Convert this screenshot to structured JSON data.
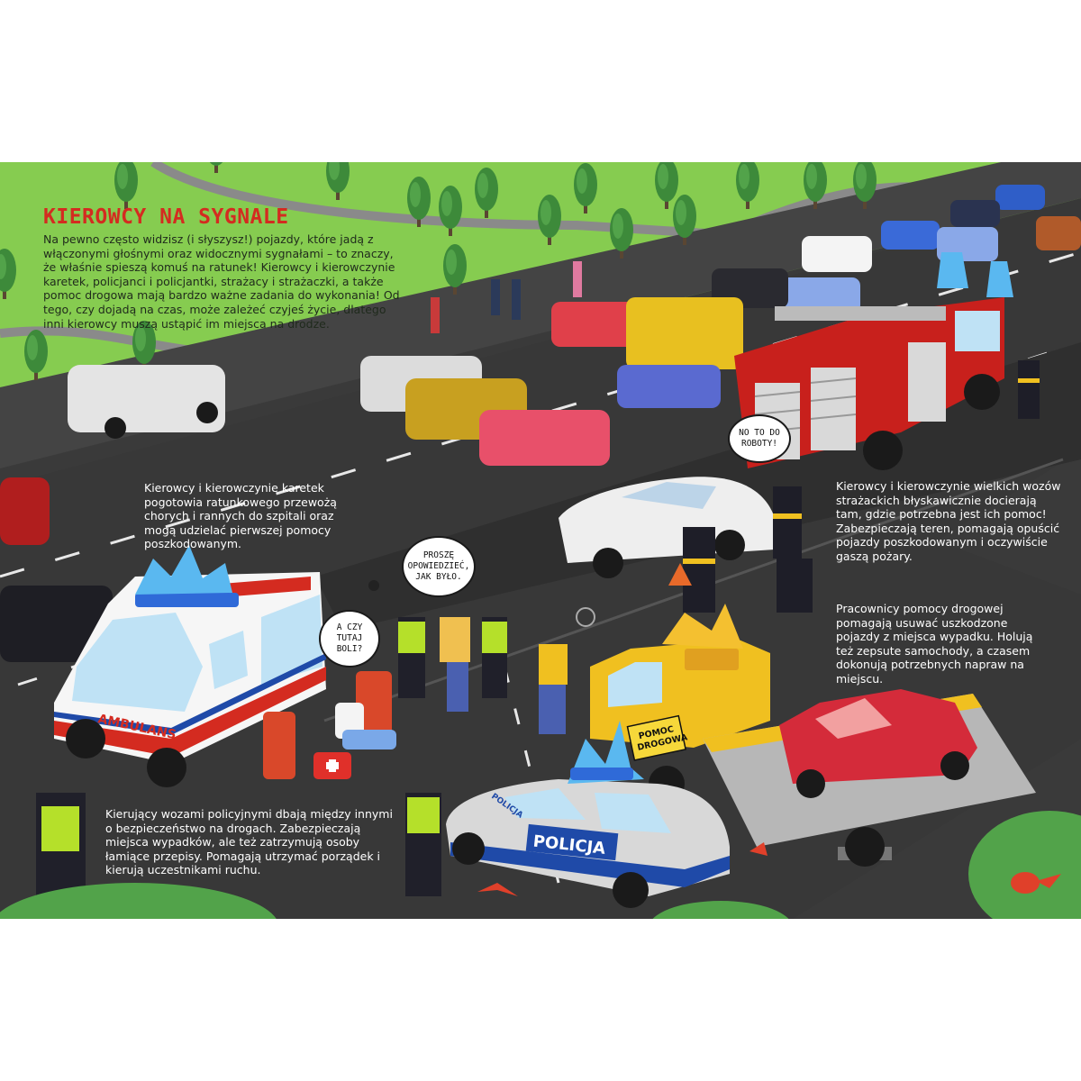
{
  "title": "KIEROWCY NA SYGNALE",
  "intro": "Na pewno często widzisz (i słyszysz!) pojazdy, które jadą z włączonymi głośnymi oraz widocznymi sygnałami – to znaczy, że właśnie spieszą komuś na ratunek! Kierowcy i kierowczynie karetek, policjanci i policjantki, strażacy i strażaczki, a także pomoc drogowa mają bardzo ważne zadania do wykonania! Od tego, czy dojadą na czas, może zależeć czyjeś życie, dlatego inni kierowcy muszą ustąpić im miejsca na drodze.",
  "captions": {
    "ambulance": "Kierowcy i kierowczynie karetek pogotowia ratunkowego przewożą chorych i rannych do szpitali oraz mogą udzielać pierwszej pomocy poszkodowanym.",
    "fire": "Kierowcy i kierowczynie wielkich wozów strażackich błyskawicznie docierają tam, gdzie potrzebna jest ich pomoc! Zabezpieczają teren, pomagają opuścić pojazdy poszkodowanym i oczywiście gaszą pożary.",
    "tow": "Pracownicy pomocy drogowej pomagają usuwać uszkodzone pojazdy z miejsca wypadku. Holują też zepsute samochody, a czasem dokonują potrzebnych napraw na miejscu.",
    "police": "Kierujący wozami policyjnymi dbają między innymi o bezpieczeństwo na drogach. Zabezpieczają miejsca wypadków, ale też zatrzymują osoby łamiące przepisy. Pomagają utrzymać porządek i kierują uczestnikami ruchu."
  },
  "bubbles": {
    "firefighter": "NO TO DO\nROBOTY!",
    "police": "PROSZĘ\nOPOWIEDZIEĆ,\nJAK BYŁO.",
    "paramedic": "A CZY\nTUTAJ\nBOLI?"
  },
  "labels": {
    "ambulance": "AMBULANS",
    "police_car": "POLICJA",
    "police_roof": "POLICJA",
    "tow_line1": "POMOC",
    "tow_line2": "DROGOWA"
  },
  "colors": {
    "title": "#d42b20",
    "grass": "#7ec84a",
    "road": "#3a3a3a",
    "fire_truck": "#c8201c",
    "tow_truck": "#f0c020",
    "police_blue": "#1f4aa8",
    "siren_blue": "#5ab8f0"
  },
  "icons": [
    "siren-icon",
    "first-aid-kit-icon",
    "bird-icon",
    "tree-icon"
  ]
}
